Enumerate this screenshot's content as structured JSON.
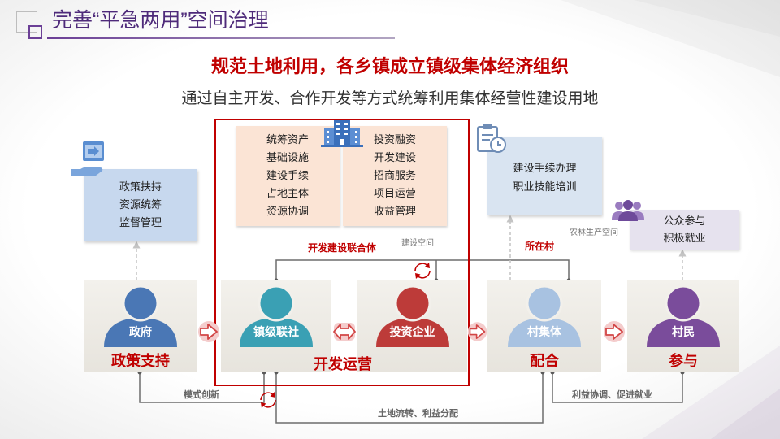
{
  "title": "完善“平急两用”空间治理",
  "headline": "规范土地利用，各乡镇成立镇级集体经济组织",
  "subheadline": "通过自主开发、合作开发等方式统筹利用集体经营性建设用地",
  "consortium": {
    "left_items": [
      "统筹资产",
      "基础设施",
      "建设手续",
      "占地主体",
      "资源协调"
    ],
    "right_items": [
      "投资融资",
      "开发建设",
      "招商服务",
      "项目运营",
      "收益管理"
    ],
    "label": "开发建设联合体",
    "space_label": "建设空间"
  },
  "government_box": {
    "items": [
      "政策扶持",
      "资源统筹",
      "监督管理"
    ]
  },
  "village_box": {
    "items": [
      "建设手续办理",
      "职业技能培训"
    ],
    "label": "所在村"
  },
  "villager_box": {
    "items": [
      "公众参与",
      "积极就业"
    ],
    "space_label": "农林生产空间"
  },
  "actors": [
    {
      "name": "政府",
      "color": "#4a77b5",
      "role": "政策支持"
    },
    {
      "name": "镇级联社",
      "color": "#3aa0b4"
    },
    {
      "name": "投资企业",
      "color": "#bd3b39"
    },
    {
      "name": "村集体",
      "color": "#a8c2e1",
      "role": "配合"
    },
    {
      "name": "村民",
      "color": "#7a4c9b",
      "role": "参与"
    }
  ],
  "group_role": "开发运营",
  "flows": {
    "mode": "模式创新",
    "land": "土地流转、利益分配",
    "benefit": "利益协调、促进就业"
  },
  "colors": {
    "accent_red": "#c00000",
    "title_purple": "#4e2a7a",
    "peach": "#fbe4d5",
    "light_blue": "#c7d8ee",
    "lavender": "#e6e2ee"
  },
  "icons": {
    "consortium": "building-icon",
    "government": "hand-document-icon",
    "village": "clipboard-clock-icon",
    "villagers": "people-group-icon",
    "cycle": "rotate-arrows-icon",
    "flow": "arrow-right-icon",
    "partnership": "double-arrow-icon"
  }
}
